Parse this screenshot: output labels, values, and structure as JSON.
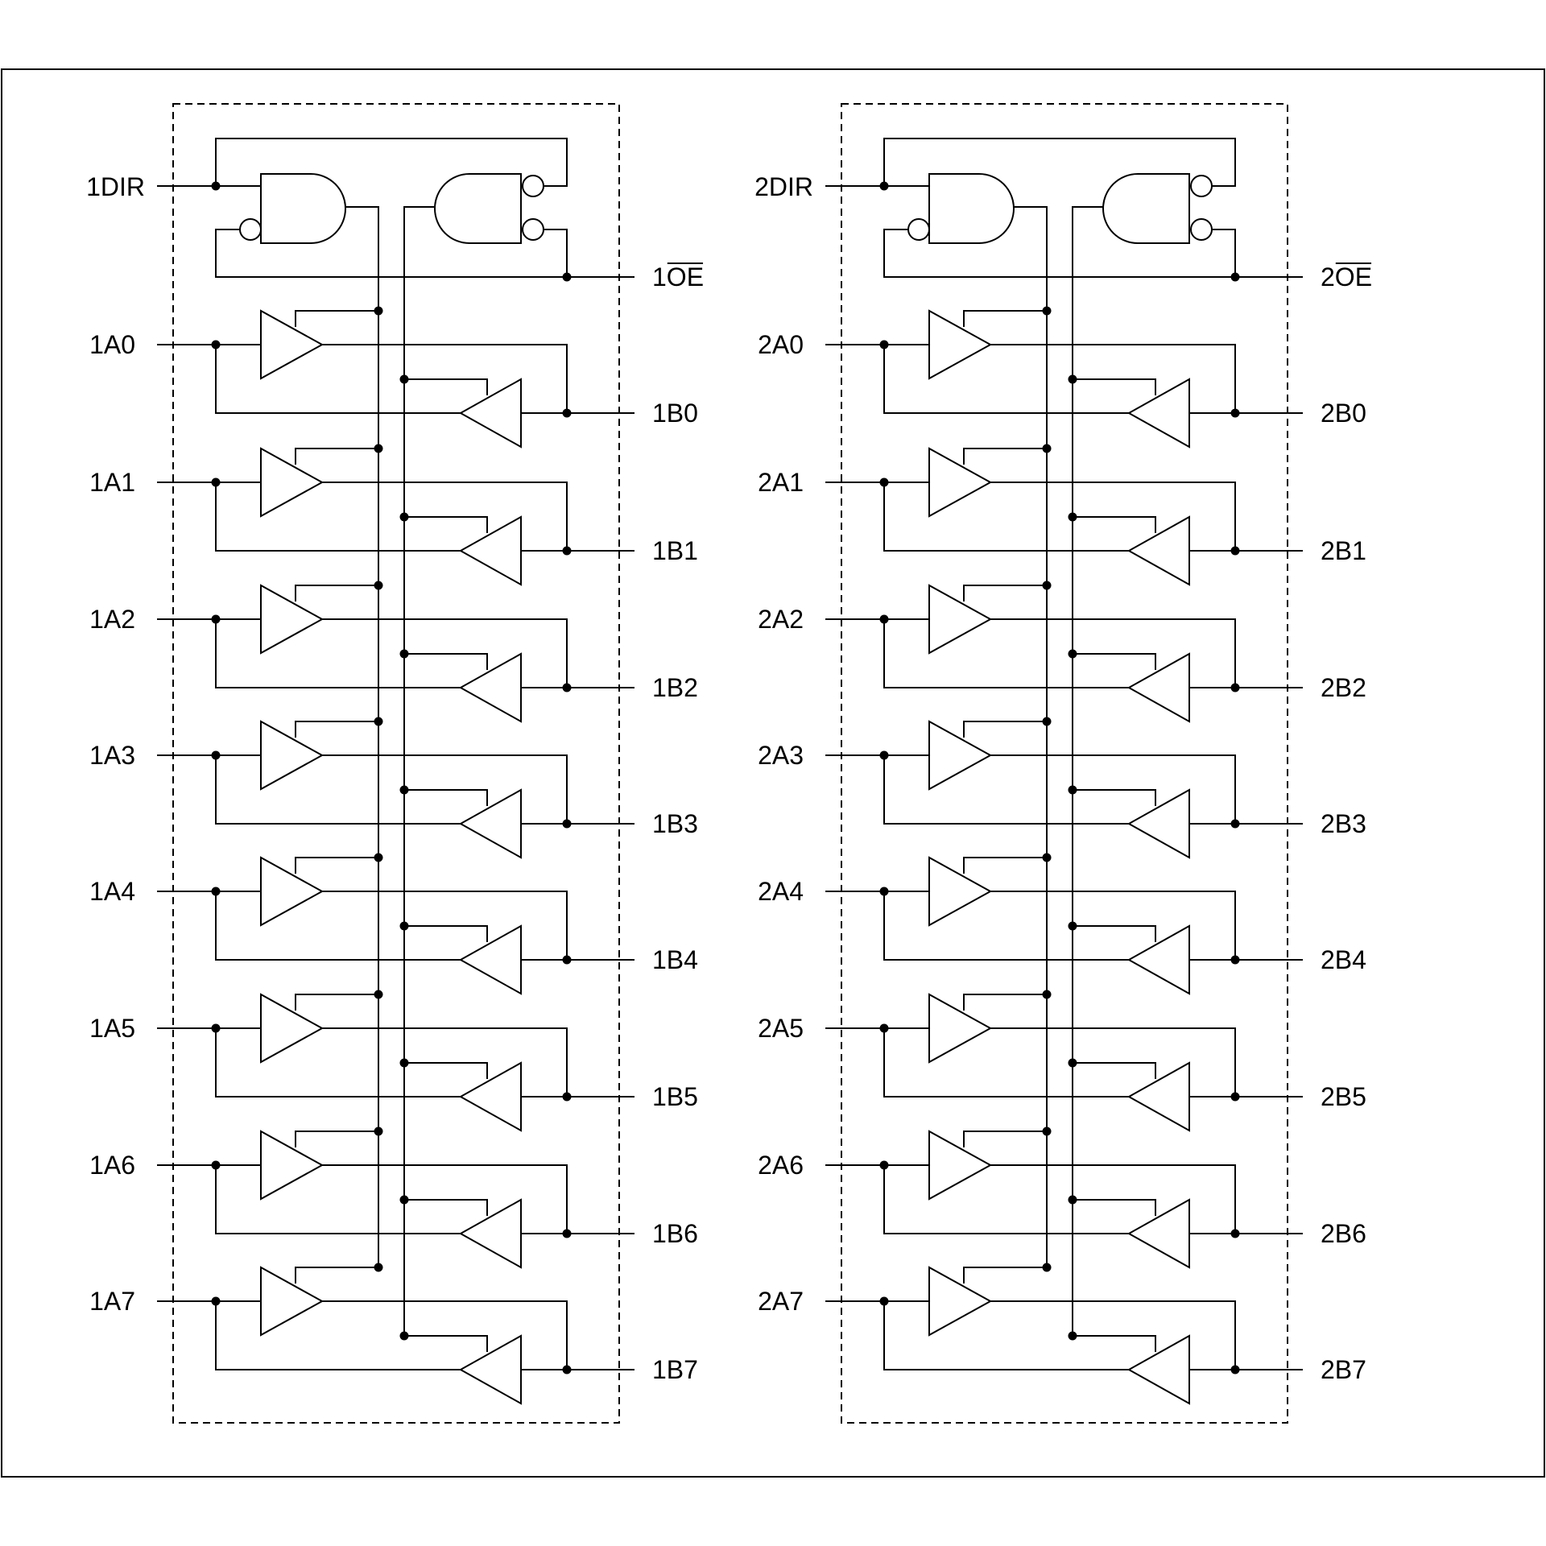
{
  "colors": {
    "line": "#000000",
    "background": "#ffffff"
  },
  "icons": {
    "buffer": "triangle-buffer-icon",
    "nand_gate": "and-gate-inverted-input-icon",
    "nor_gate": "and-gate-inverted-inputs-icon",
    "junction": "junction-dot-icon"
  },
  "blocks": [
    {
      "dir_label": "1DIR",
      "oe_prefix": "1",
      "oe_bar": "OE",
      "a_labels": [
        "1A0",
        "1A1",
        "1A2",
        "1A3",
        "1A4",
        "1A5",
        "1A6",
        "1A7"
      ],
      "b_labels": [
        "1B0",
        "1B1",
        "1B2",
        "1B3",
        "1B4",
        "1B5",
        "1B6",
        "1B7"
      ]
    },
    {
      "dir_label": "2DIR",
      "oe_prefix": "2",
      "oe_bar": "OE",
      "a_labels": [
        "2A0",
        "2A1",
        "2A2",
        "2A3",
        "2A4",
        "2A5",
        "2A6",
        "2A7"
      ],
      "b_labels": [
        "2B0",
        "2B1",
        "2B2",
        "2B3",
        "2B4",
        "2B5",
        "2B6",
        "2B7"
      ]
    }
  ]
}
